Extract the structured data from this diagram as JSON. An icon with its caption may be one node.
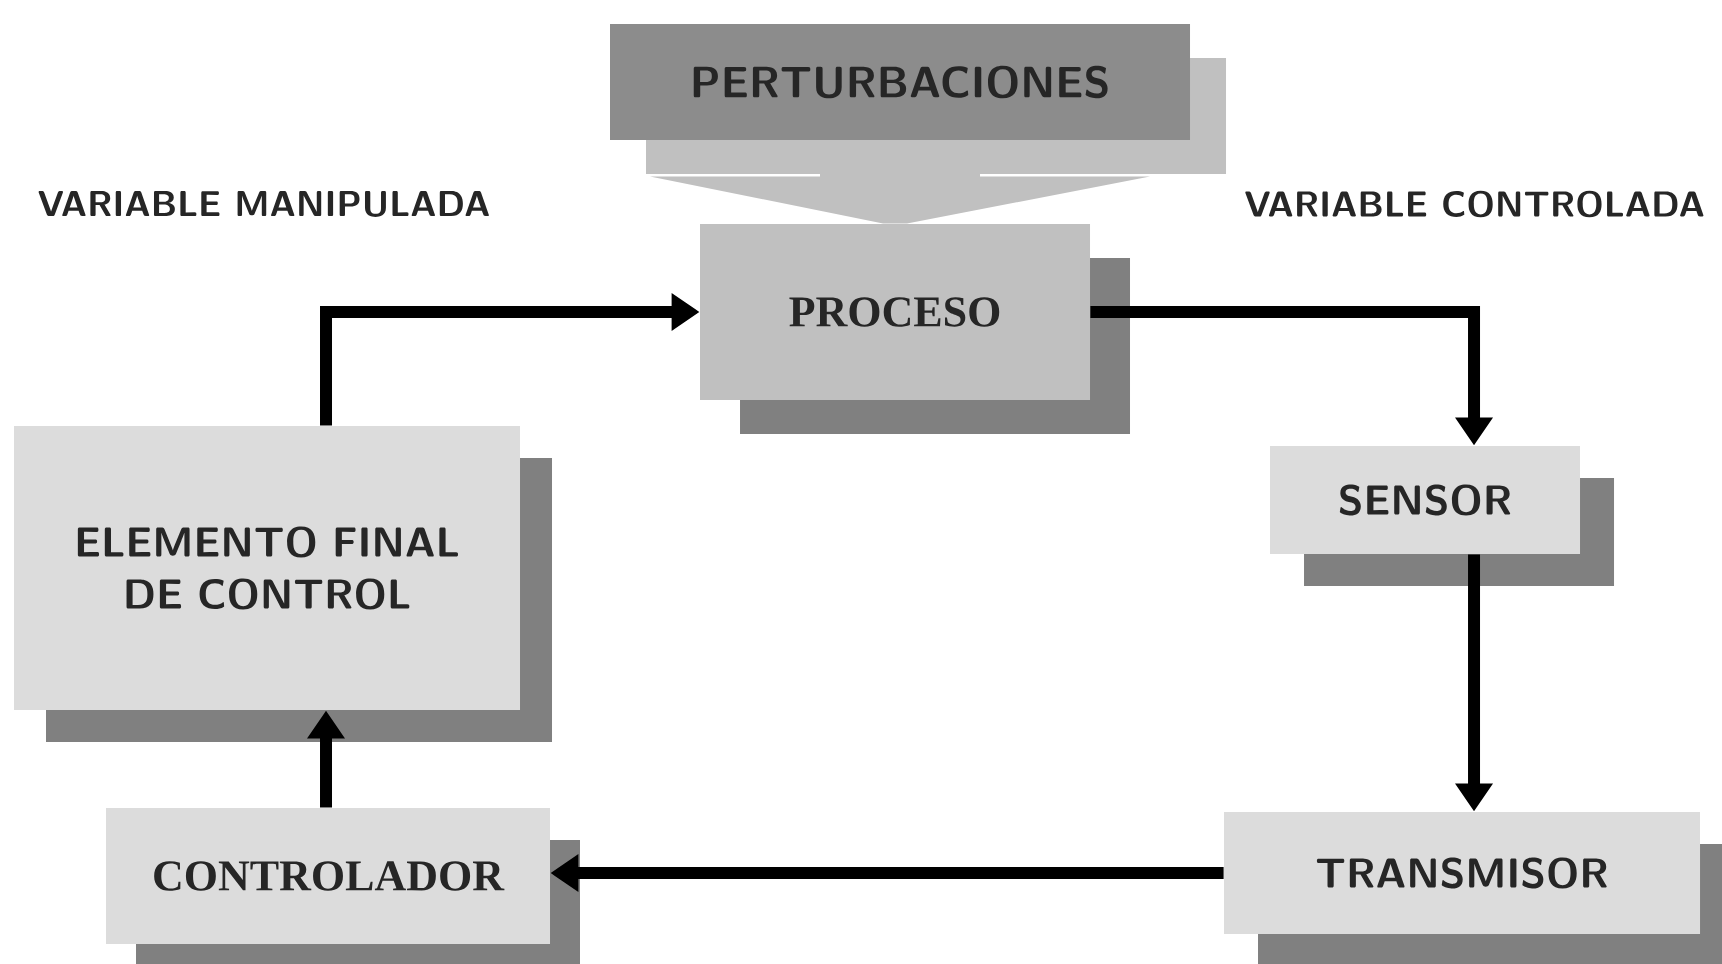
{
  "diagram": {
    "nodes": [
      {
        "text": [
          "PERTURBACIONES"
        ]
      },
      {
        "text": [
          "PROCESO"
        ]
      },
      {
        "text": [
          "SENSOR"
        ]
      },
      {
        "text": [
          "TRANSMISOR"
        ]
      },
      {
        "text": [
          "CONTROLADOR"
        ]
      },
      {
        "text": [
          "ELEMENTO FINAL DE CONTROL"
        ]
      }
    ],
    "edges": [
      {
        "from": 0,
        "to": 1,
        "arrow": "to",
        "style": "thick",
        "color": "#c0c0c0"
      },
      {
        "from": 5,
        "to": 1,
        "arrow": "to"
      },
      {
        "from": 1,
        "to": 2,
        "arrow": "to"
      },
      {
        "from": 2,
        "to": 3,
        "arrow": "to"
      },
      {
        "from": 3,
        "to": 4,
        "arrow": "to"
      },
      {
        "from": 4,
        "to": 5,
        "arrow": "to"
      }
    ],
    "labels": [
      "VARIABLE MANIPULADA",
      "VARIABLE CONTROLADA"
    ]
  }
}
